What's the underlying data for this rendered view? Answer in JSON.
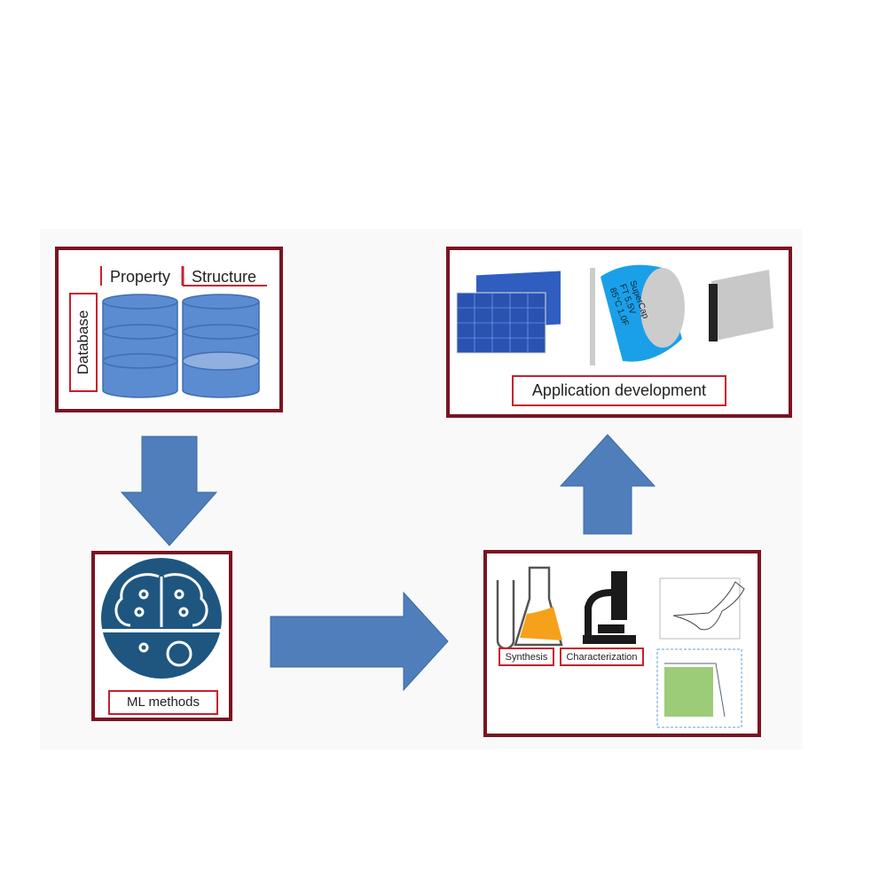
{
  "database": {
    "label": "Database",
    "property": "Property",
    "structure": "Structure"
  },
  "ml": {
    "label": "ML methods"
  },
  "experiment": {
    "synthesis": "Synthesis",
    "characterization": "Characterization"
  },
  "application": {
    "label": "Application development",
    "capacitor_text": [
      "SuperCap",
      "FT 5.5V",
      "85°C 1.0F"
    ]
  },
  "colors": {
    "border": "#7b1322",
    "arrow": "#4f7ebb",
    "cylinder": "#5b8bd0",
    "label_border": "#c8202c"
  }
}
